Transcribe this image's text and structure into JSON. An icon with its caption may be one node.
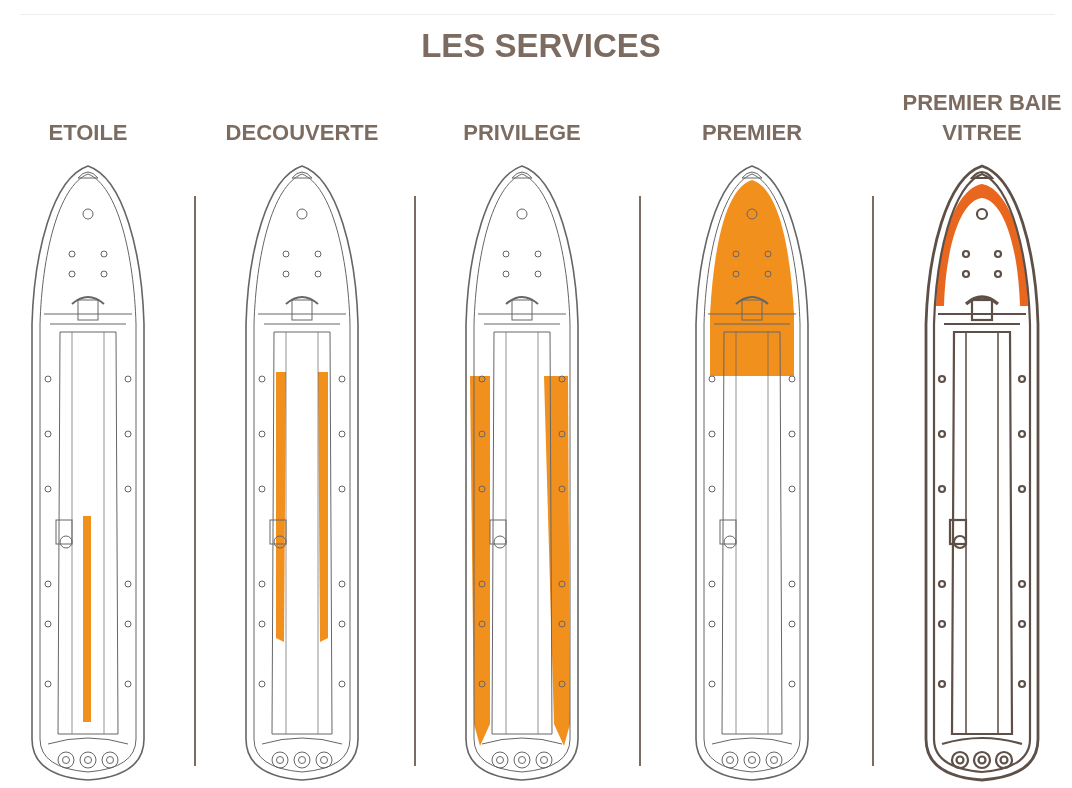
{
  "diagram": {
    "title": "LES SERVICES",
    "labels": [
      "ETOILE",
      "DECOUVERTE",
      "PRIVILEGE",
      "PREMIER",
      "PREMIER BAIE VITREE"
    ]
  }
}
